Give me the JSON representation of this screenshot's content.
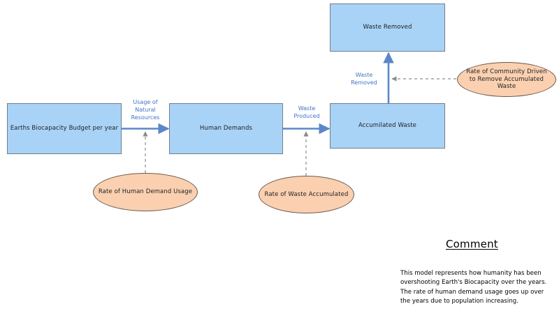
{
  "diagram": {
    "title_text": "Earths Biocapacity Budget per year",
    "stocks": [
      {
        "id": "biocapacity",
        "label": "Earths Biocapacity Budget per year"
      },
      {
        "id": "human-demands",
        "label": "Human Demands"
      },
      {
        "id": "accumilated-waste",
        "label": "Accumilated Waste"
      },
      {
        "id": "waste-removed",
        "label": "Waste Removed"
      }
    ],
    "rates": [
      {
        "id": "rate-human-demand-usage",
        "label": "Rate of Human Demand Usage"
      },
      {
        "id": "rate-waste-accumulated",
        "label": "Rate of Waste Accumulated"
      },
      {
        "id": "rate-community-driven",
        "label": "Rate of Community Driven to Remove Accumulated Waste"
      }
    ],
    "flow_labels": [
      {
        "id": "usage-of-natural-resources",
        "label": "Usage of\nNatural\nResources"
      },
      {
        "id": "waste-produced",
        "label": "Waste\nProduced"
      },
      {
        "id": "waste-removed-flow",
        "label": "Waste\nRemoved"
      }
    ]
  },
  "comment": {
    "heading": "Comment",
    "body": "This model represents how humanity has been\novershooting Earth's Biocapacity over the years.\nThe rate of human demand usage goes up over\nthe years due to population increasing."
  },
  "colors": {
    "stock_fill": "#a8d3f7",
    "stock_stroke": "#6f7d8c",
    "rate_fill": "#fad0b0",
    "rate_stroke": "#6b5a4d",
    "flow_arrow": "#5b87c9",
    "flow_label_text": "#4472c4",
    "dashed_connector": "#8c8c8c",
    "background": "#ffffff"
  }
}
